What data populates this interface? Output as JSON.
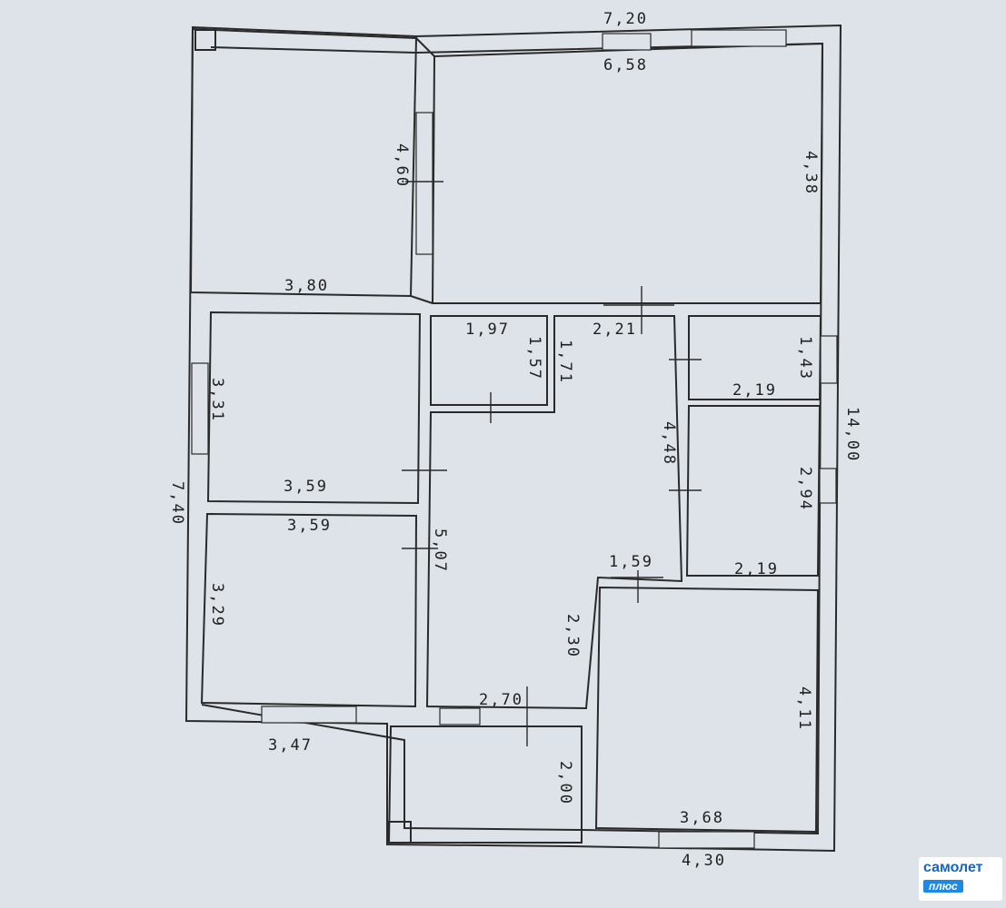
{
  "floor_plan": {
    "dimensions": {
      "total_top": "7,20",
      "big_room_width": "6,58",
      "big_room_height": "4,38",
      "top_left_room_height": "4,60",
      "top_left_room_width": "3,80",
      "small_room_width": "1,97",
      "small_room_height": "1,57",
      "corridor_height_top": "1,71",
      "corridor_top_width": "2,21",
      "right_small_room_height": "1,43",
      "right_small_room_width": "2,19",
      "total_right": "14,00",
      "corridor_height": "4,48",
      "right_mid_room_height": "2,94",
      "right_mid_room_width": "2,19",
      "left_mid_room_height": "3,31",
      "left_mid_room_width": "3,59",
      "total_left": "7,40",
      "left_bottom_room_width": "3,59",
      "corridor_length": "5,07",
      "left_bottom_room_height": "3,29",
      "passage_width": "1,59",
      "passage_height": "2,30",
      "bottom_right_room_height": "4,11",
      "entrance_width": "2,70",
      "bottom_left_outer": "3,47",
      "entrance_height": "2,00",
      "bottom_right_room_width": "3,68",
      "bottom_right_outer": "4,30"
    }
  },
  "logo": {
    "brand": "самолет",
    "sub": "плюс"
  }
}
